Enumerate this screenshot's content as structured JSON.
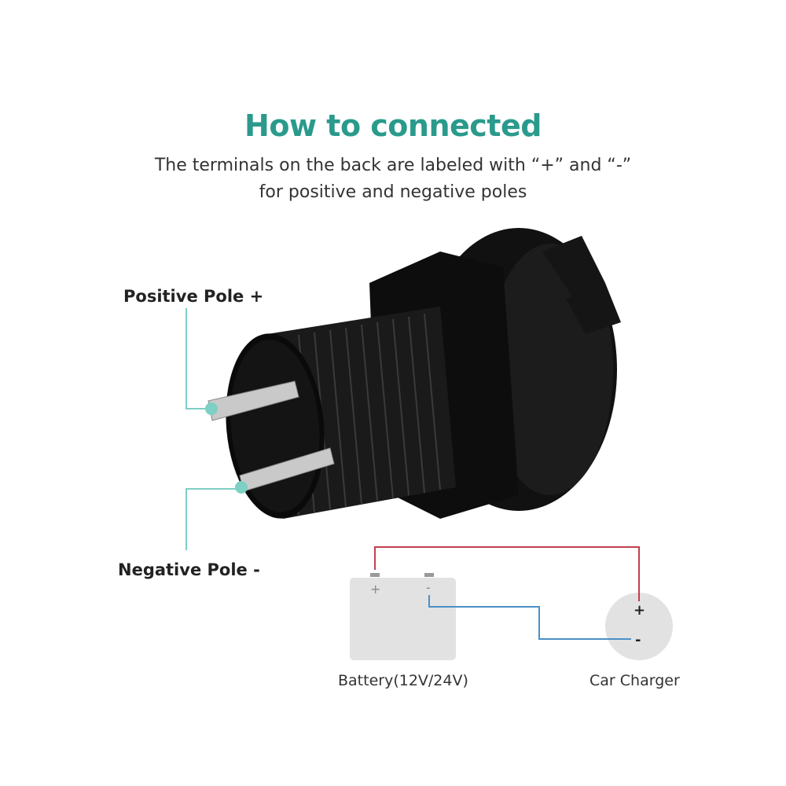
{
  "header": {
    "title": "How to connected",
    "subtitle_line1": "The terminals on the back are labeled with “+” and “-”",
    "subtitle_line2": "for positive and negative poles"
  },
  "callouts": {
    "positive": "Positive Pole +",
    "negative": "Negative Pole -"
  },
  "wiring": {
    "battery_label": "Battery(12V/24V)",
    "charger_label": "Car Charger",
    "plus": "+",
    "minus": "-"
  },
  "colors": {
    "title": "#2a9a8c",
    "positive_wire": "#c0404f",
    "negative_wire": "#4a90c8",
    "callout": "#7ecfc4"
  }
}
